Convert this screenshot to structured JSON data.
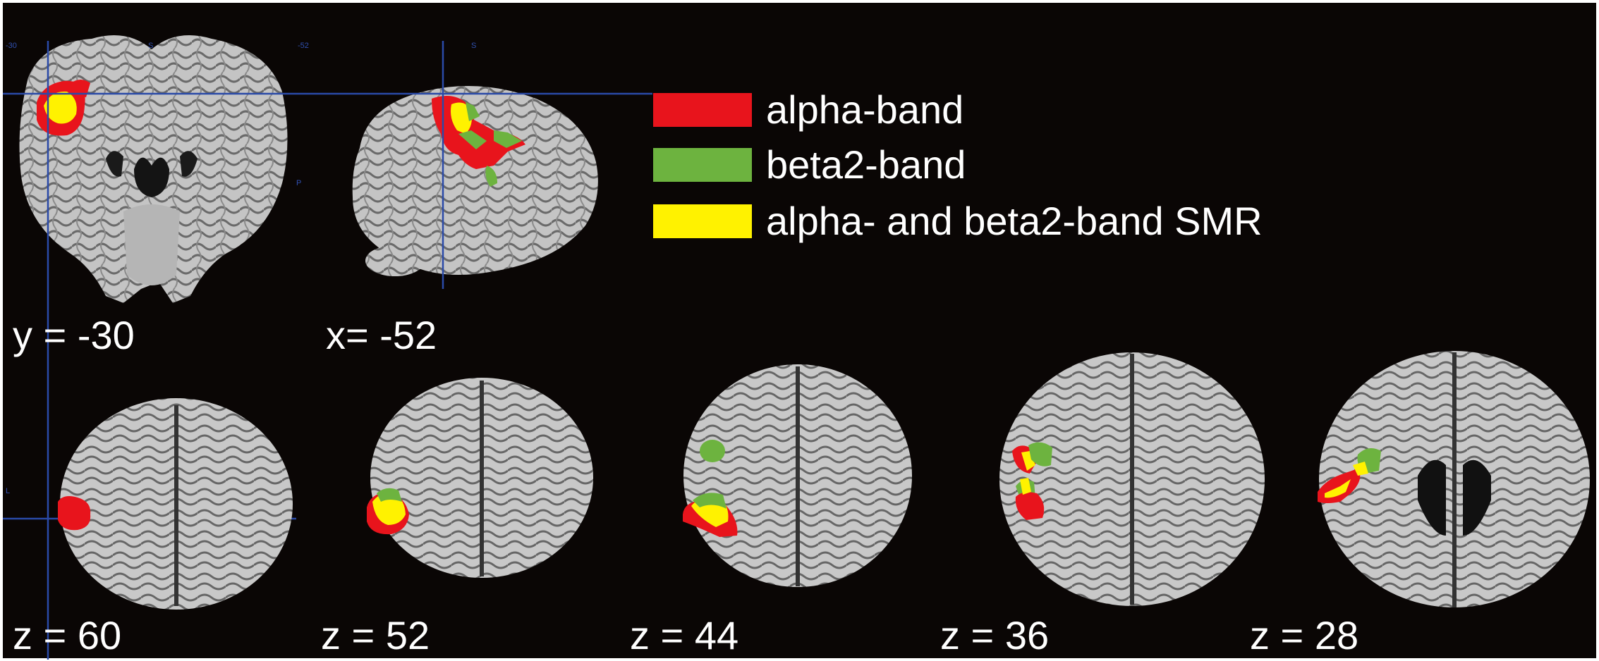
{
  "colors": {
    "background": "#0a0605",
    "frame": "#ffffff",
    "crosshair": "#2a4aa8",
    "brain_tissue": "#bdbdbd",
    "sulcus": "#5a5a5a",
    "alpha": "#e8141c",
    "beta2": "#6db33f",
    "overlap": "#fff200"
  },
  "legend": [
    {
      "label": "alpha-band",
      "color": "#e8141c"
    },
    {
      "label": "beta2-band",
      "color": "#6db33f"
    },
    {
      "label": "alpha- and beta2-band SMR",
      "color": "#fff200"
    }
  ],
  "slices": {
    "coronal": {
      "label": "y = -30"
    },
    "sagittal": {
      "label": "x= -52"
    },
    "axial": [
      {
        "label": "z = 60"
      },
      {
        "label": "z = 52"
      },
      {
        "label": "z = 44"
      },
      {
        "label": "z = 36"
      },
      {
        "label": "z = 28"
      }
    ]
  },
  "view_ticks": {
    "coronal_left": "-30",
    "coronal_top": "S",
    "coronal_right": "-52",
    "sagittal_top": "S",
    "sagittal_side": "P",
    "axial_side": "L"
  }
}
